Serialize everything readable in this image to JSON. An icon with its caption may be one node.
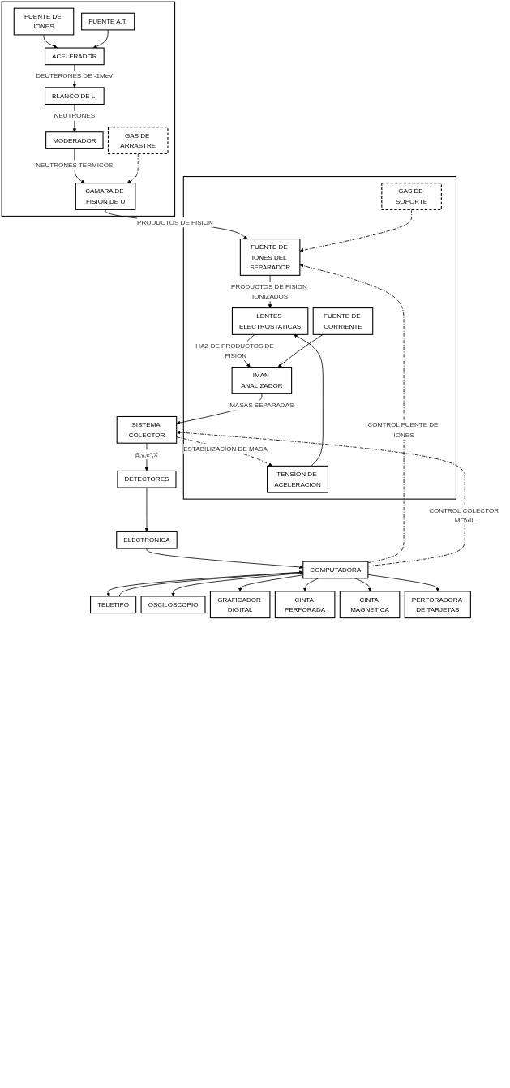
{
  "diagram": {
    "nodes": [
      {
        "text": [],
        "shape": "box"
      },
      {
        "text": [
          "FUENTE DE IONES"
        ],
        "in": 0
      },
      {
        "text": [
          "ACELERADOR"
        ],
        "in": 0
      },
      {
        "text": [
          "FUENTE A.T."
        ],
        "in": 0
      },
      {
        "text": [
          "BLANCO DE LI"
        ],
        "in": 0
      },
      {
        "text": [
          "MODERADOR"
        ],
        "in": 0
      },
      {
        "text": [
          "CAMARA DE FISION DE U"
        ],
        "in": 0
      },
      {
        "text": [
          "GAS DE ARRASTRE"
        ],
        "in": 0
      },
      {
        "text": [],
        "shape": "box"
      },
      {
        "text": [
          "FUENTE DE IONES DEL SEPARADOR"
        ],
        "in": 8
      },
      {
        "text": [
          "GAS DE SOPORTE"
        ],
        "in": 8
      },
      {
        "text": [
          "LENTES ELECTROSTATICAS"
        ],
        "in": 8
      },
      {
        "text": [
          "TENSION DE ACELERACION"
        ],
        "in": 8
      },
      {
        "text": [
          "IMAN ANALIZADOR"
        ],
        "in": 8
      },
      {
        "text": [
          "FUENTE DE CORRIENTE"
        ],
        "in": 8
      },
      {
        "text": [
          "SISTEMA COLECTOR"
        ]
      },
      {
        "text": [
          "DETECTORES"
        ]
      },
      {
        "text": [
          "ELECTRONICA"
        ]
      },
      {
        "text": [
          "COMPUTADORA"
        ]
      },
      {
        "text": [
          "TELETIPO"
        ]
      },
      {
        "text": [
          "OSCILOSCOPIO"
        ]
      },
      {
        "text": [
          "GRAFICADOR DIGITAL"
        ]
      },
      {
        "text": [
          "CINTA PERFORADA"
        ]
      },
      {
        "text": [
          "CINTA MAGNETICA"
        ]
      },
      {
        "text": [
          "PERFORADORA DE TARJETAS"
        ]
      }
    ],
    "edges": [
      {
        "from": 1,
        "to": 2,
        "arrow": "to"
      },
      {
        "from": 3,
        "to": 2,
        "arrow": "to"
      },
      {
        "from": 2,
        "to": 4,
        "arrow": "to",
        "label": "DEUTERONES DE -1MeV"
      },
      {
        "from": 4,
        "to": 5,
        "arrow": "to",
        "label": "NEUTRONES"
      },
      {
        "from": 5,
        "to": 6,
        "arrow": "to",
        "label": "NEUTRONES TERMICOS"
      },
      {
        "from": 7,
        "to": 6,
        "arrow": "to",
        "style": "dashed"
      },
      {
        "from": 6,
        "to": 9,
        "arrow": "to",
        "label": "PRODUCTOS DE FISION"
      },
      {
        "from": 10,
        "to": 9,
        "arrow": "to",
        "style": "dashed"
      },
      {
        "from": 9,
        "to": 11,
        "arrow": "to",
        "label": "PRODUCTOS DE FISION IONIZADOS"
      },
      {
        "from": 12,
        "to": 11,
        "arrow": "to"
      },
      {
        "from": 11,
        "to": 13,
        "arrow": "to",
        "label": "HAZ DE PRODUCTOS DE FISION"
      },
      {
        "from": 14,
        "to": 13,
        "arrow": "to"
      },
      {
        "from": 13,
        "to": 15,
        "arrow": "to",
        "label": "MASAS SEPARADAS"
      },
      {
        "from": 15,
        "to": 12,
        "arrow": "to",
        "style": "dashed",
        "label": "ESTABILIZACION DE MASA"
      },
      {
        "from": 15,
        "to": 16,
        "arrow": "to",
        "label": "β,γ,e⁻,X"
      },
      {
        "from": 16,
        "to": 17,
        "arrow": "to"
      },
      {
        "from": 17,
        "to": 18,
        "arrow": "to"
      },
      {
        "from": 18,
        "to": 9,
        "arrow": "to",
        "style": "dashed",
        "label": "CONTROL FUENTE DE IONES"
      },
      {
        "from": 18,
        "to": 15,
        "arrow": "to",
        "style": "dashed",
        "label": "CONTROL COLECTOR MOVIL"
      },
      {
        "from": 18,
        "to": 19,
        "arrow": "to"
      },
      {
        "from": 19,
        "to": 18,
        "arrow": "to"
      },
      {
        "from": 18,
        "to": 20,
        "arrow": "to"
      },
      {
        "from": 18,
        "to": 21,
        "arrow": "to"
      },
      {
        "from": 18,
        "to": 22,
        "arrow": "to"
      },
      {
        "from": 18,
        "to": 23,
        "arrow": "to"
      },
      {
        "from": 18,
        "to": 24,
        "arrow": "to"
      }
    ]
  }
}
